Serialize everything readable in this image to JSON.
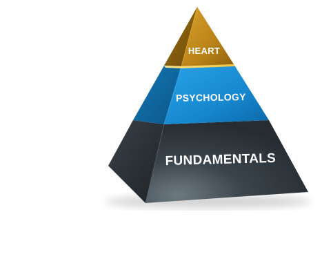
{
  "diagram": {
    "tiers": [
      {
        "label": "HEART"
      },
      {
        "label": "PSYCHOLOGY"
      },
      {
        "label": "FUNDAMENTALS"
      }
    ]
  }
}
